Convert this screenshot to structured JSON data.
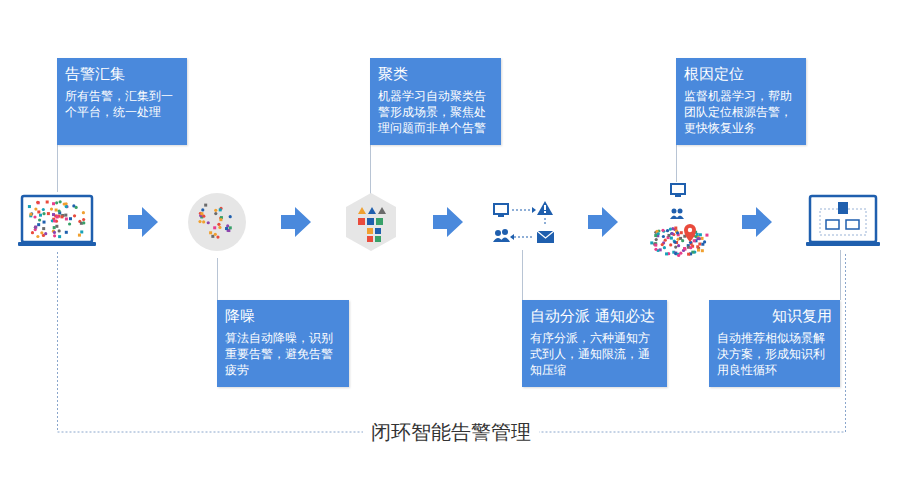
{
  "diagram": {
    "caption": "闭环智能告警管理",
    "nodes": [
      {
        "text": [
          "告警汇集",
          "所有告警，汇集到一个平台，统一处理"
        ]
      },
      {
        "text": [
          "降噪",
          "算法自动降噪，识别重要告警，避免告警疲劳"
        ]
      },
      {
        "text": [
          "聚类",
          "机器学习自动聚类告警形成场景，聚焦处理问题而非单个告警"
        ]
      },
      {
        "text": [
          "自动分派 通知必达",
          "有序分派，六种通知方式到人，通知限流，通知压缩"
        ]
      },
      {
        "text": [
          "根因定位",
          "监督机器学习，帮助团队定位根源告警，更快恢复业务"
        ]
      },
      {
        "text": [
          "知识复用",
          "自动推荐相似场景解决方案，形成知识利用良性循环"
        ]
      }
    ]
  }
}
